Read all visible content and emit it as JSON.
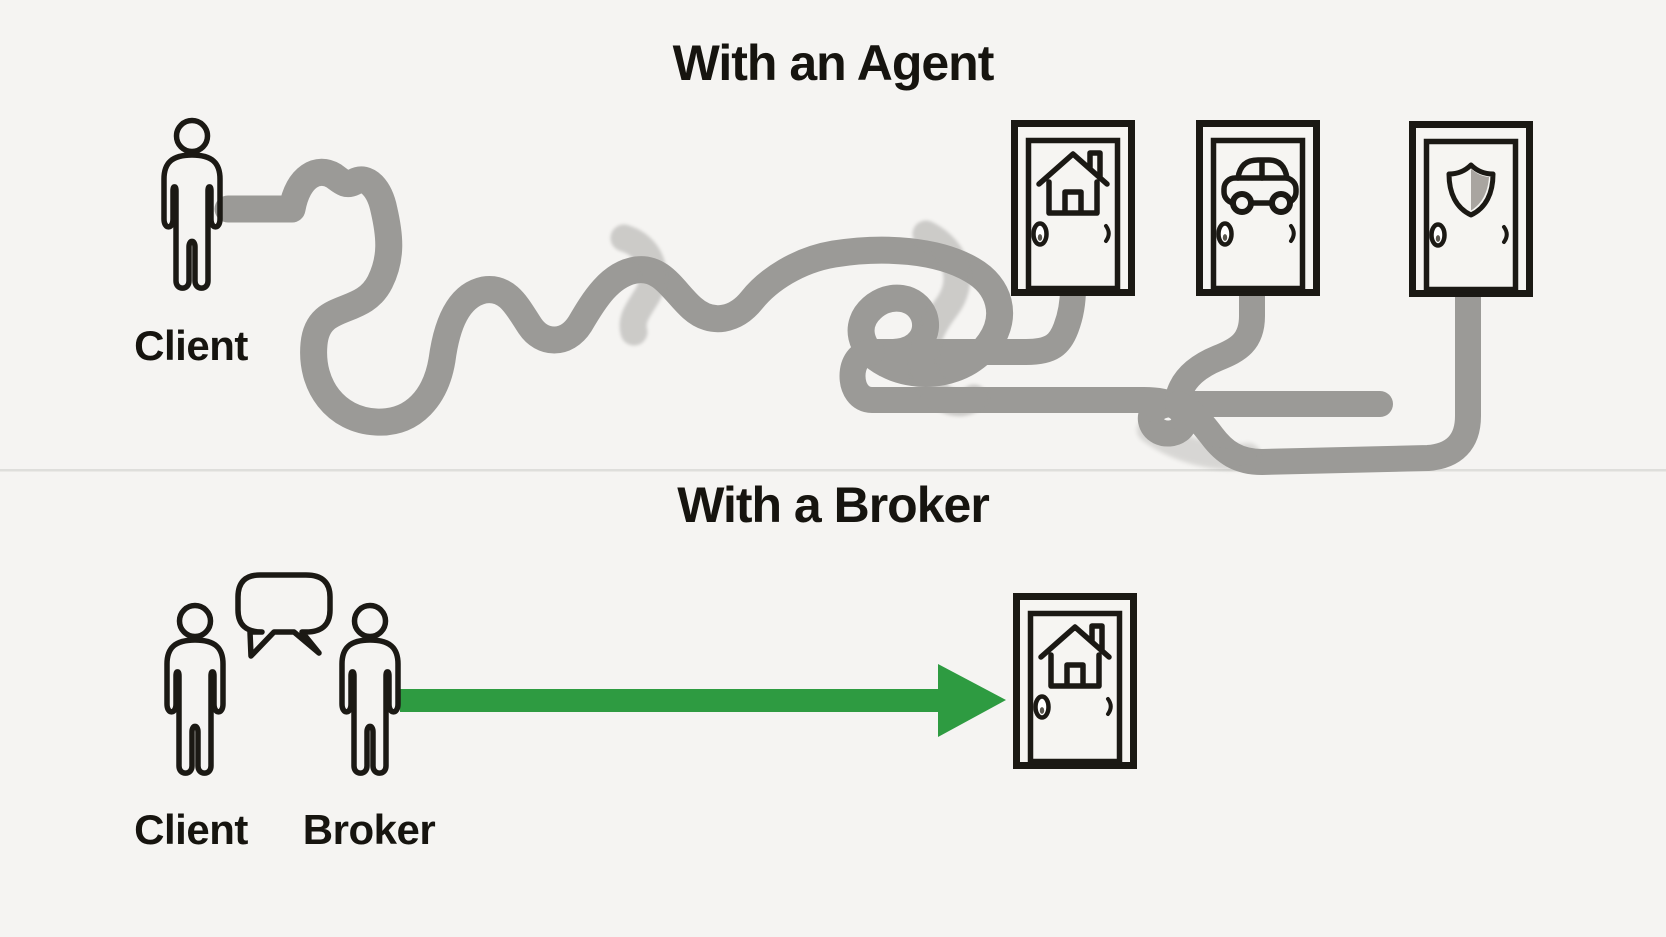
{
  "colors": {
    "background": "#f5f4f2",
    "outline": "#1b1914",
    "path_gray": "#9b9a97",
    "arrow_green": "#2e9b41",
    "shield_gray": "#a9a5a0",
    "divider": "#dcdbd8",
    "door_fill": "#f6f5f2"
  },
  "agent_section": {
    "title": "With an Agent",
    "client_label": "Client",
    "doors": [
      {
        "icon": "house-icon"
      },
      {
        "icon": "car-icon"
      },
      {
        "icon": "shield-icon"
      }
    ]
  },
  "broker_section": {
    "title": "With a Broker",
    "client_label": "Client",
    "broker_label": "Broker",
    "doors": [
      {
        "icon": "house-icon"
      }
    ]
  }
}
